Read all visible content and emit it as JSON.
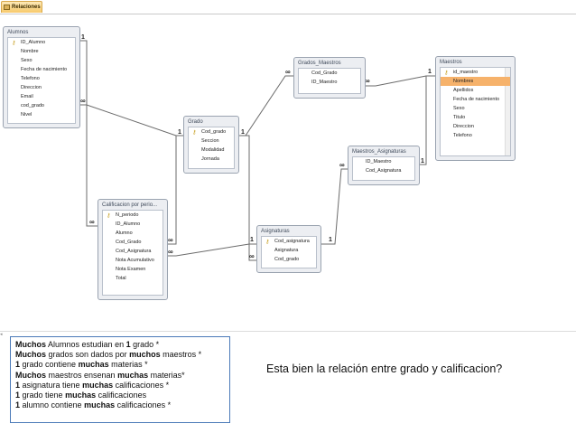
{
  "tab": {
    "label": "Relaciones"
  },
  "tables": {
    "alumnos": {
      "title": "Alumnos",
      "fields": [
        "ID_Alumno",
        "Nombre",
        "Sexo",
        "Fecha de nacimiento",
        "Telefono",
        "Direccion",
        "Email",
        "cod_grado",
        "Nivel"
      ]
    },
    "grados_maestros": {
      "title": "Grados_Maestros",
      "fields": [
        "Cod_Grado",
        "ID_Maestro"
      ]
    },
    "maestros": {
      "title": "Maestros",
      "fields": [
        "id_maestro",
        "Nombres",
        "Apellidos",
        "Fecha de nacimiento",
        "Sexo",
        "Titulo",
        "Direccion",
        "Telefono"
      ]
    },
    "grado": {
      "title": "Grado",
      "fields": [
        "Cod_grado",
        "Seccion",
        "Modalidad",
        "Jornada"
      ]
    },
    "maestros_asignaturas": {
      "title": "Maestros_Asignaturas",
      "fields": [
        "ID_Maestro",
        "Cod_Asignatura"
      ]
    },
    "calificacion": {
      "title": "Calificacion por perio...",
      "fields": [
        "N_periodo",
        "ID_Alumno",
        "Alumno",
        "Cod_Grado",
        "Cod_Asignatura",
        "Nota Acumulativo",
        "Nota Examen",
        "Total"
      ]
    },
    "asignaturas": {
      "title": "Asignaturas",
      "fields": [
        "Cod_asignatura",
        "Asignatura",
        "Cod_grado"
      ]
    }
  },
  "markers": {
    "one": "1",
    "many": "∞"
  },
  "notes": [
    [
      {
        "t": "Muchos",
        "b": true
      },
      {
        "t": " Alumnos estudian en ",
        "b": false
      },
      {
        "t": "1",
        "b": true
      },
      {
        "t": " grado *",
        "b": false
      }
    ],
    [
      {
        "t": "Muchos",
        "b": true
      },
      {
        "t": " grados son dados por ",
        "b": false
      },
      {
        "t": "muchos",
        "b": true
      },
      {
        "t": " maestros *",
        "b": false
      }
    ],
    [
      {
        "t": "1",
        "b": true
      },
      {
        "t": " grado contiene ",
        "b": false
      },
      {
        "t": "muchas",
        "b": true
      },
      {
        "t": " materias  *",
        "b": false
      }
    ],
    [
      {
        "t": "Muchos",
        "b": true
      },
      {
        "t": " maestros ensenan ",
        "b": false
      },
      {
        "t": "muchas",
        "b": true
      },
      {
        "t": " materias*",
        "b": false
      }
    ],
    [
      {
        "t": "1",
        "b": true
      },
      {
        "t": " asignatura tiene ",
        "b": false
      },
      {
        "t": "muchas",
        "b": true
      },
      {
        "t": " calificaciones *",
        "b": false
      }
    ],
    [
      {
        "t": "1",
        "b": true
      },
      {
        "t": " grado tiene ",
        "b": false
      },
      {
        "t": "muchas",
        "b": true
      },
      {
        "t": " calificaciones",
        "b": false
      }
    ],
    [
      {
        "t": "1",
        "b": true
      },
      {
        "t": " alumno contiene ",
        "b": false
      },
      {
        "t": "muchas",
        "b": true
      },
      {
        "t": " calificaciones *",
        "b": false
      }
    ]
  ],
  "question": "Esta bien la relación entre grado y calificacion?",
  "corner_glyph": "◂",
  "colors": {
    "highlight": "#f6b26b",
    "line": "#6b6b6b",
    "card_border": "#4a7ab8"
  }
}
